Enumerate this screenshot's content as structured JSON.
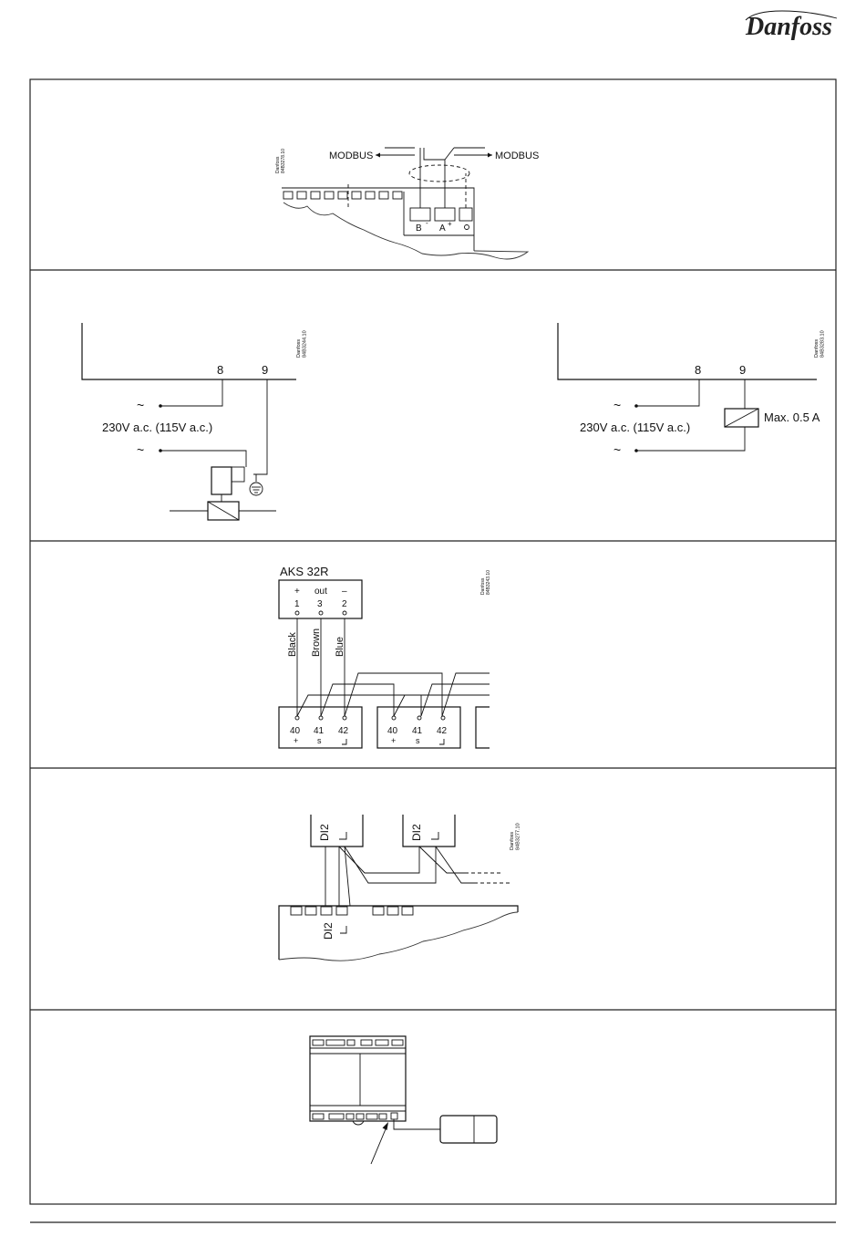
{
  "header": {
    "logo_text": "Danfoss"
  },
  "panel1": {
    "doc_code": [
      "Danfoss",
      "84B3278.10"
    ],
    "modbus_left": "MODBUS",
    "modbus_right": "MODBUS",
    "terminal_labels": [
      "B",
      "A"
    ]
  },
  "panel2": {
    "left": {
      "doc_code": [
        "Danfoss",
        "84B3244.10"
      ],
      "term_8": "8",
      "term_9": "9",
      "supply_label": "230V a.c. (115V a.c.)",
      "ac_symbol": "~"
    },
    "right": {
      "doc_code": [
        "Danfoss",
        "84B3283.10"
      ],
      "term_8": "8",
      "term_9": "9",
      "supply_label": "230V a.c. (115V a.c.)",
      "relay_label": "Max. 0.5 A",
      "ac_symbol": "~"
    }
  },
  "panel3": {
    "sensor_name": "AKS 32R",
    "doc_code": [
      "Danfoss",
      "84B3243.10"
    ],
    "sensor_pin_signs": [
      "+",
      "out",
      "–"
    ],
    "sensor_pin_numbers": [
      "1",
      "3",
      "2"
    ],
    "wire_colors": [
      "Black",
      "Brown",
      "Blue"
    ],
    "ctrl1_terms": [
      "40",
      "41",
      "42"
    ],
    "ctrl1_signs": [
      "+",
      "s",
      ""
    ],
    "ctrl2_terms": [
      "40",
      "41",
      "42"
    ],
    "ctrl2_signs": [
      "+",
      "s",
      ""
    ]
  },
  "panel4": {
    "doc_code": [
      "Danfoss",
      "84B3277.10"
    ],
    "input_label_1": "DI2",
    "input_label_2": "DI2",
    "input_label_3": "DI2"
  }
}
